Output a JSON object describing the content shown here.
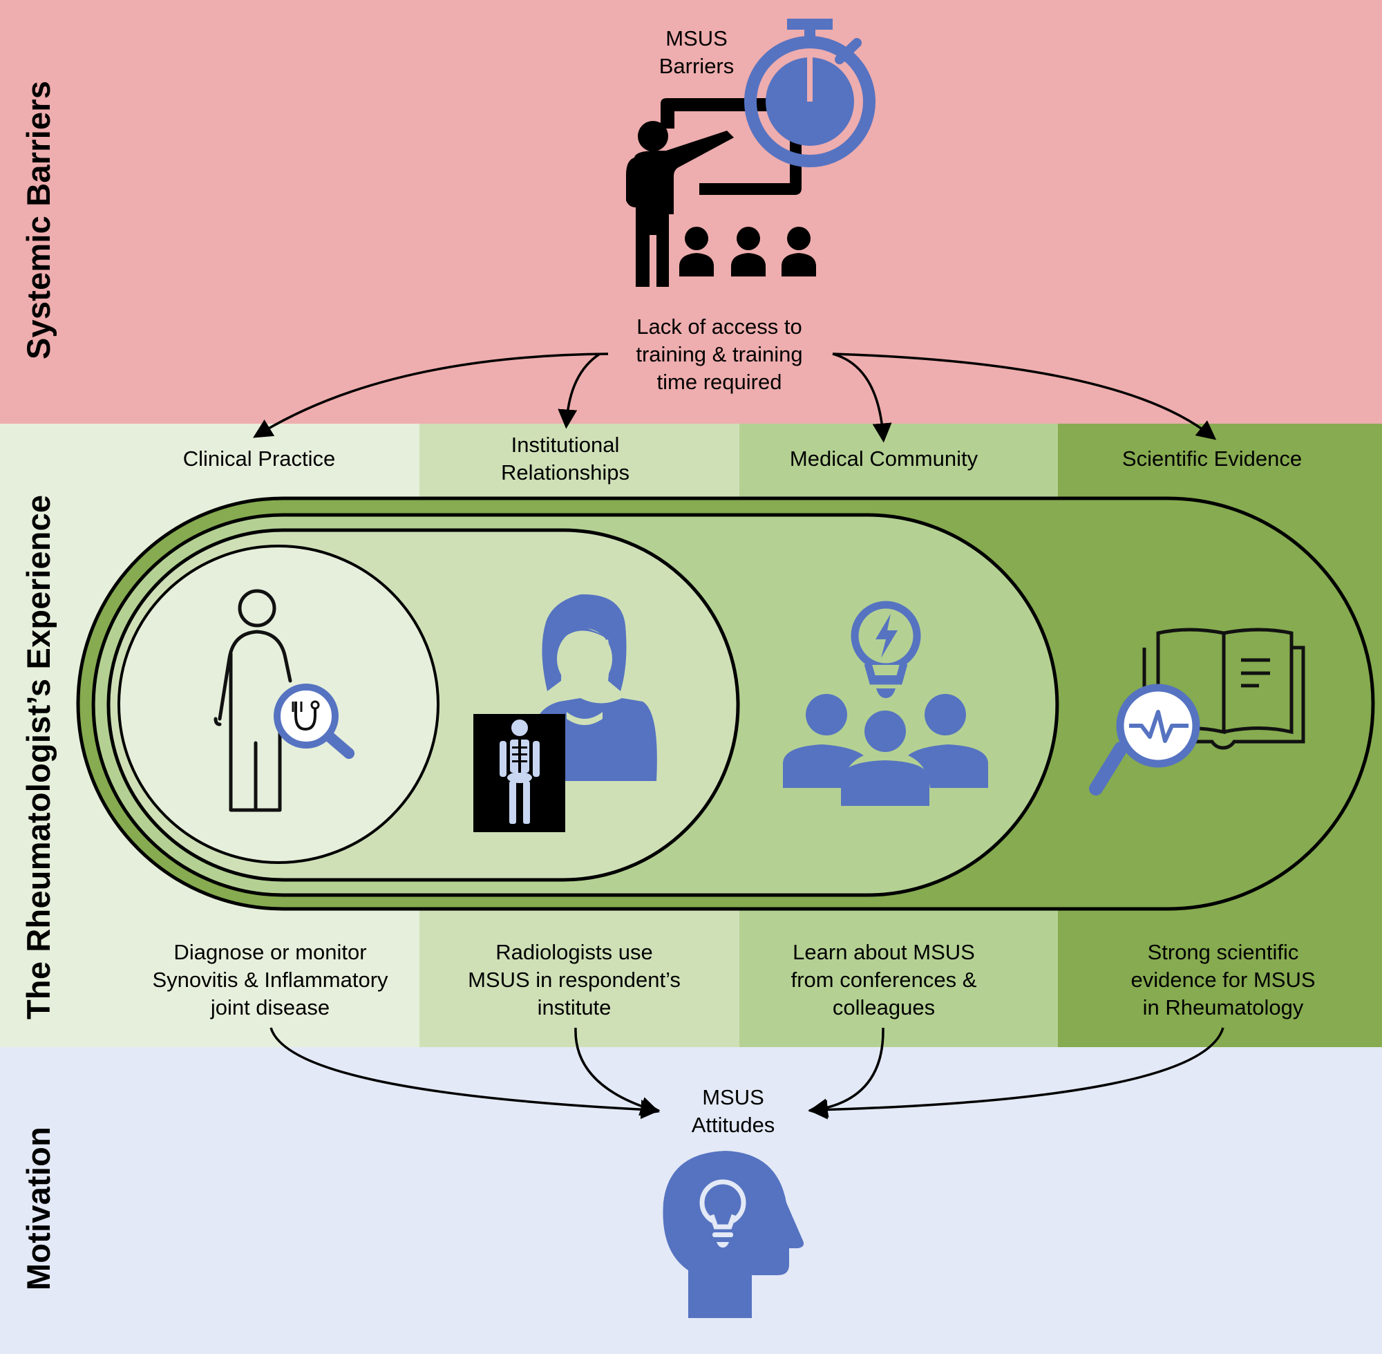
{
  "sections": {
    "barriers": {
      "label": "Systemic Barriers",
      "color": "#eeadae"
    },
    "experience": {
      "label": "The Rheumatologist’s Experience"
    },
    "motivation": {
      "label": "Motivation",
      "color": "#e3e9f6"
    }
  },
  "barrier": {
    "title_lines": [
      "MSUS",
      "Barriers"
    ],
    "description_lines": [
      "Lack of access to",
      "training & training",
      "time required"
    ],
    "icon": "teacher-presentation-with-stopwatch-icon"
  },
  "columns": [
    {
      "header_lines": [
        "Clinical Practice"
      ],
      "description_lines": [
        "Diagnose or monitor",
        "Synovitis & Inflammatory",
        "joint disease"
      ],
      "icon": "patient-examination-stethoscope-icon",
      "color": "#e6efdb"
    },
    {
      "header_lines": [
        "Institutional",
        "Relationships"
      ],
      "description_lines": [
        "Radiologists use",
        "MSUS in respondent’s",
        "institute"
      ],
      "icon": "radiologist-with-xray-icon",
      "color": "#cfe0b7"
    },
    {
      "header_lines": [
        "Medical Community"
      ],
      "description_lines": [
        "Learn about MSUS",
        "from conferences &",
        "colleagues"
      ],
      "icon": "community-idea-lightbulb-icon",
      "color": "#b4d193"
    },
    {
      "header_lines": [
        "Scientific Evidence"
      ],
      "description_lines": [
        "Strong scientific",
        "evidence for MSUS",
        "in Rheumatology"
      ],
      "icon": "research-book-magnifier-icon",
      "color": "#86ab50"
    }
  ],
  "outcome": {
    "title_lines": [
      "MSUS",
      "Attitudes"
    ],
    "icon": "head-lightbulb-icon"
  },
  "colors": {
    "icon_blue": "#5673c1",
    "outline": "#000000"
  }
}
